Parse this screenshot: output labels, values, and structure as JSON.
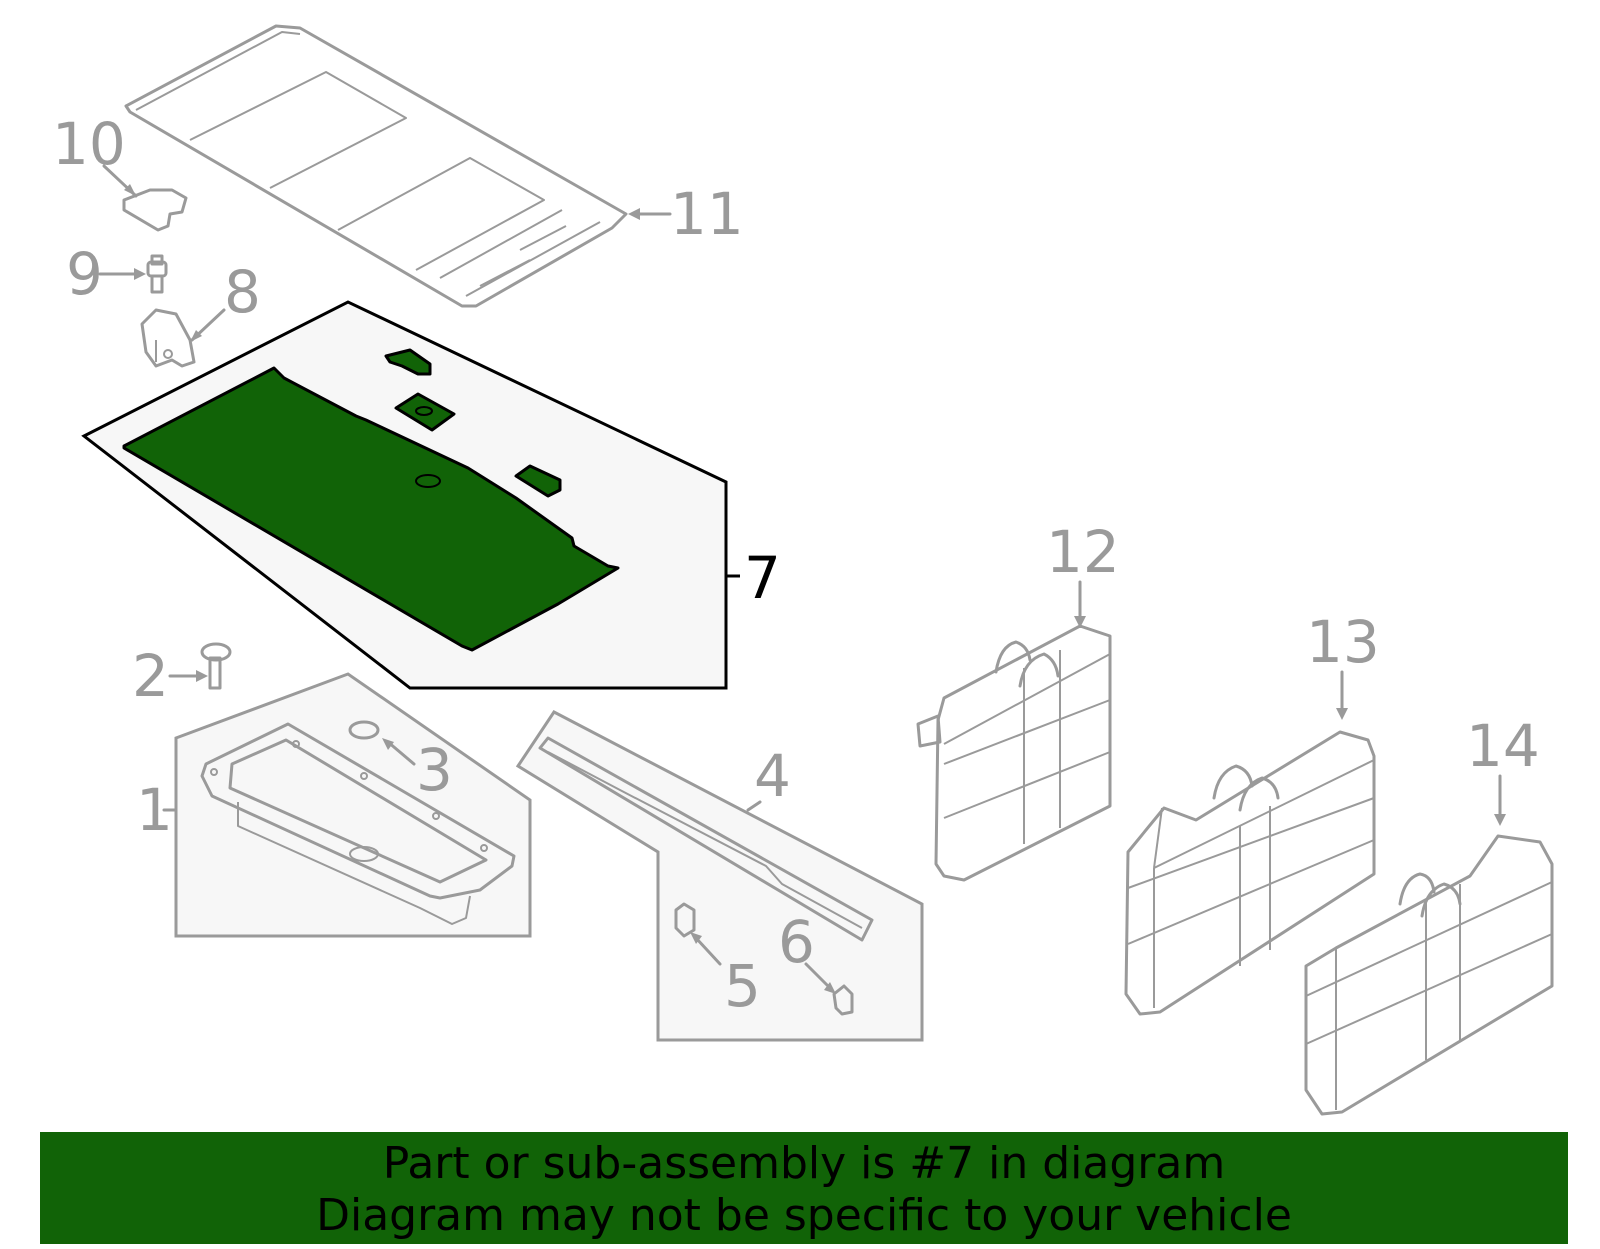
{
  "callouts": [
    {
      "id": "1",
      "label": "1",
      "highlighted": false
    },
    {
      "id": "2",
      "label": "2",
      "highlighted": false
    },
    {
      "id": "3",
      "label": "3",
      "highlighted": false
    },
    {
      "id": "4",
      "label": "4",
      "highlighted": false
    },
    {
      "id": "5",
      "label": "5",
      "highlighted": false
    },
    {
      "id": "6",
      "label": "6",
      "highlighted": false
    },
    {
      "id": "7",
      "label": "7",
      "highlighted": true
    },
    {
      "id": "8",
      "label": "8",
      "highlighted": false
    },
    {
      "id": "9",
      "label": "9",
      "highlighted": false
    },
    {
      "id": "10",
      "label": "10",
      "highlighted": false
    },
    {
      "id": "11",
      "label": "11",
      "highlighted": false
    },
    {
      "id": "12",
      "label": "12",
      "highlighted": false
    },
    {
      "id": "13",
      "label": "13",
      "highlighted": false
    },
    {
      "id": "14",
      "label": "14",
      "highlighted": false
    }
  ],
  "footer": {
    "line1": "Part or sub-assembly is #7 in diagram",
    "line2": "Diagram may not be specific to your vehicle"
  },
  "colors": {
    "highlight": "#116307",
    "line": "#9a9a9a",
    "active_line": "#000000",
    "box_fill": "#f7f7f7"
  }
}
